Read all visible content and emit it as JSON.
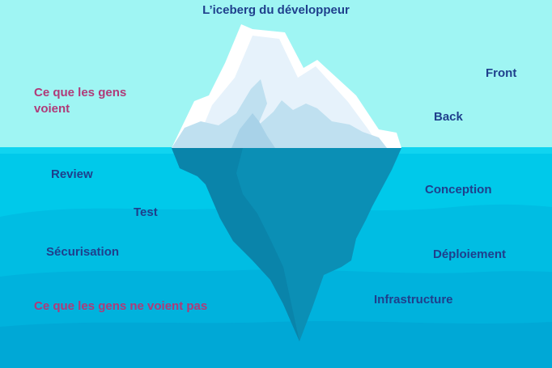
{
  "title": "L’iceberg du développeur",
  "above_water": {
    "caption": "Ce que les gens voient",
    "items": [
      "Front",
      "Back"
    ]
  },
  "below_water": {
    "caption": "Ce que les gens ne voient pas",
    "items": [
      "Review",
      "Test",
      "Sécurisation",
      "Conception",
      "Déploiement",
      "Infrastructure"
    ]
  },
  "colors": {
    "sky": "#9ff5f3",
    "water_top": "#00c9ea",
    "water_deep": "#00a8d8",
    "iceberg_above": "#ffffff",
    "iceberg_shadow": "#bfe0f0",
    "iceberg_below": "#0b8fb5",
    "label_text": "#1f3f8c",
    "caption_text": "#b03a78"
  }
}
